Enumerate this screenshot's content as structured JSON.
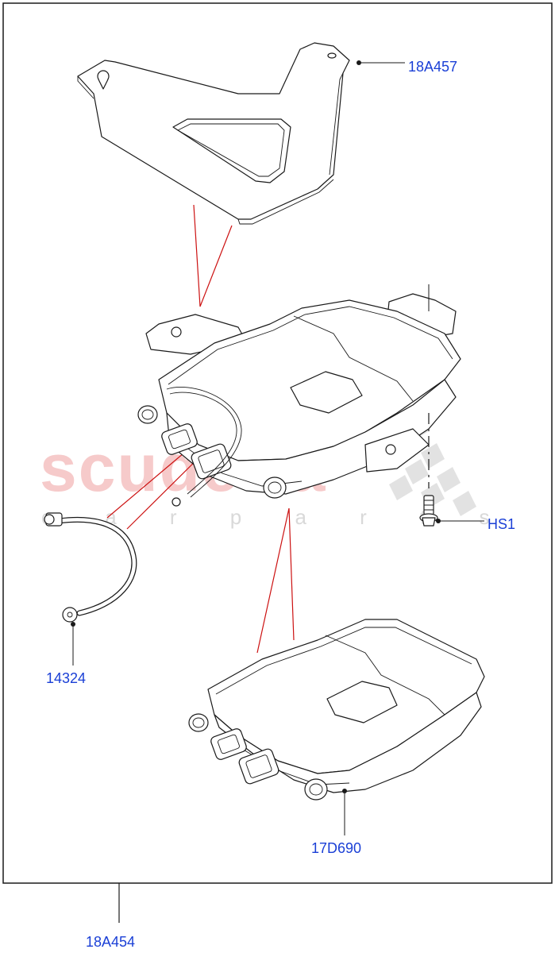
{
  "watermark": {
    "main": "scuderia",
    "sub": "c a r p a r t s"
  },
  "parts": {
    "top_bracket": "18A457",
    "bolt": "HS1",
    "cable": "14324",
    "module": "17D690",
    "assembly": "18A454"
  },
  "colors": {
    "label": "#1a3fd6",
    "leader_line": "#cc1111",
    "watermark": "#f3b9b9"
  }
}
